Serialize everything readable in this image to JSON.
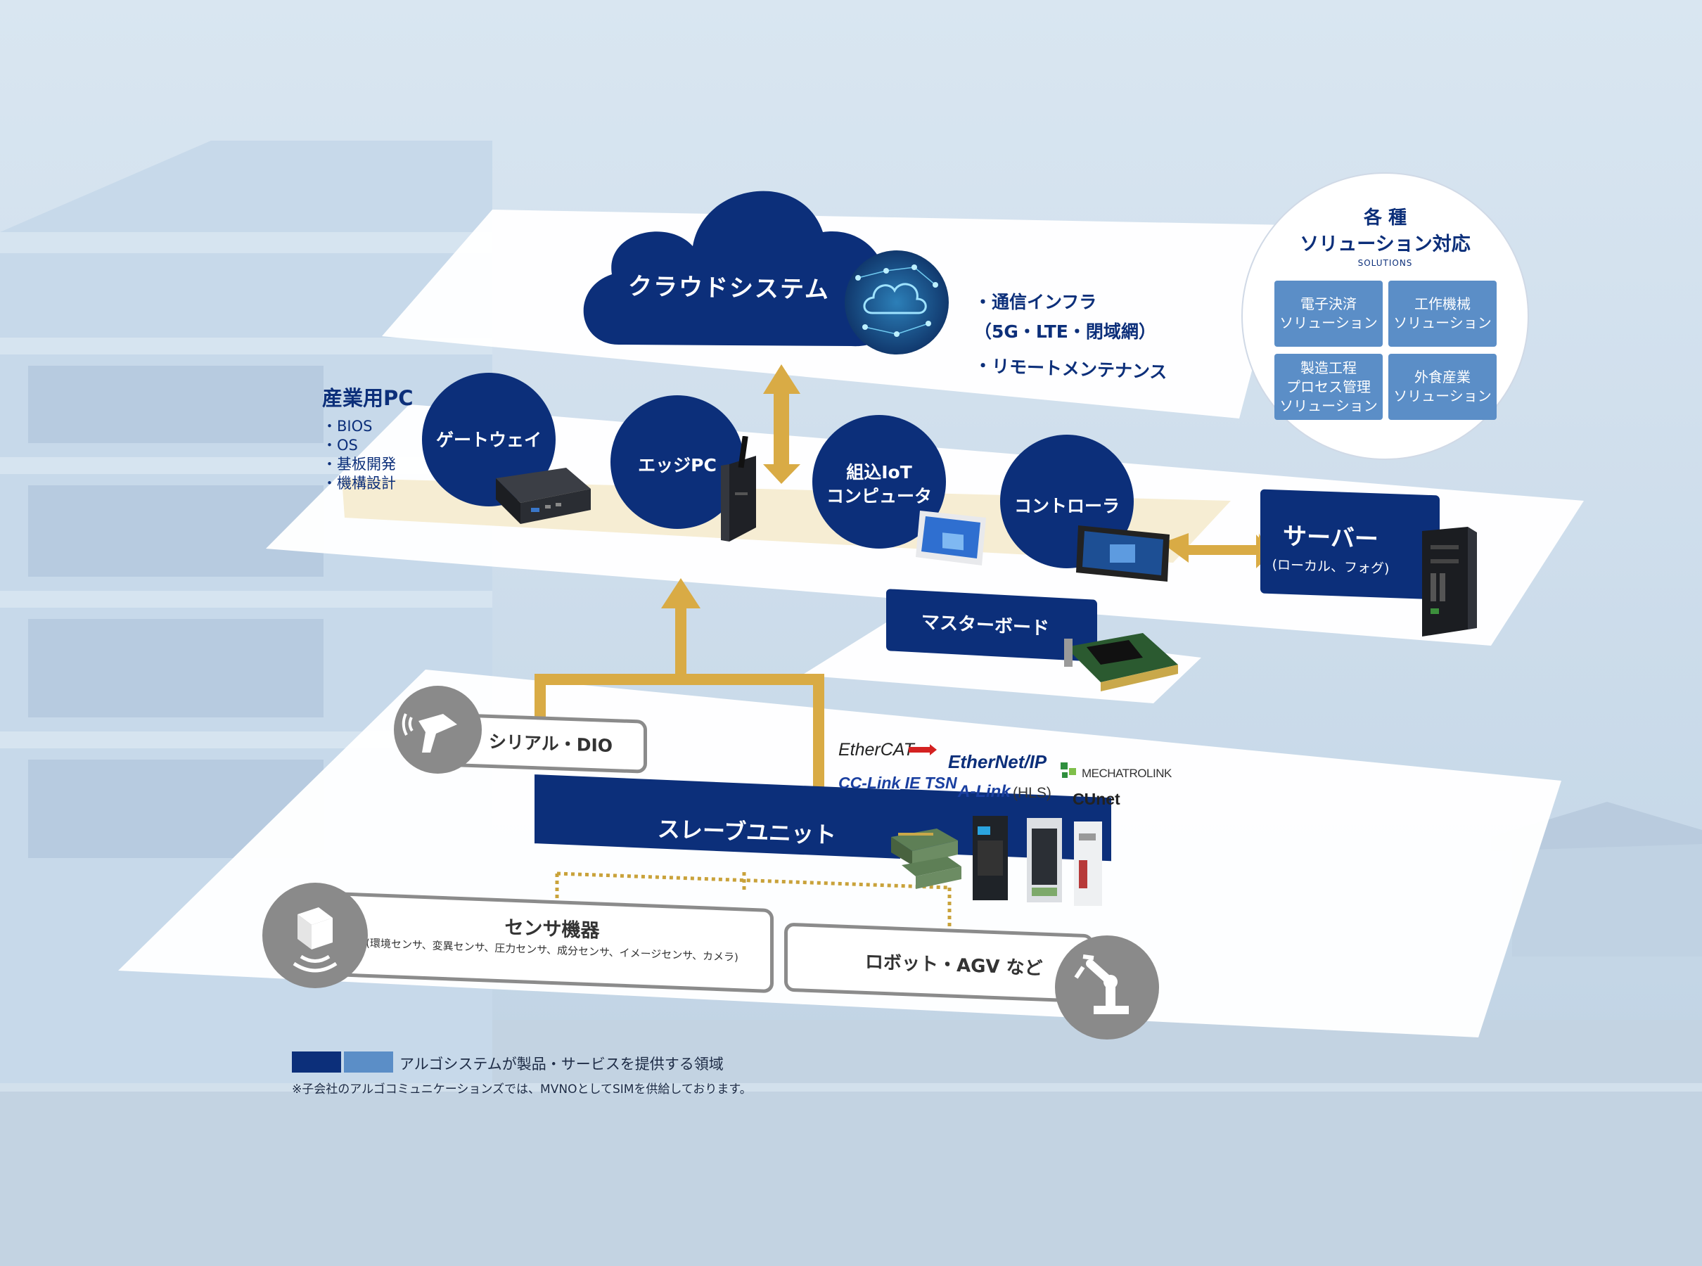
{
  "cloud": {
    "title": "クラウドシステム",
    "notes": [
      "・通信インフラ",
      "（5G・LTE・閉域網）",
      "・リモートメンテナンス"
    ]
  },
  "solutions": {
    "title_line1": "各 種",
    "title_line2": "ソリューション対応",
    "subtitle": "SOLUTIONS",
    "items": [
      [
        "電子決済",
        "ソリューション"
      ],
      [
        "工作機械",
        "ソリューション"
      ],
      [
        "製造工程",
        "プロセス管理",
        "ソリューション"
      ],
      [
        "外食産業",
        "ソリューション"
      ]
    ]
  },
  "industrial_pc": {
    "title": "産業用PC",
    "items": [
      "・BIOS",
      "・OS",
      "・基板開発",
      "・機構設計"
    ]
  },
  "devices": {
    "gateway": "ゲートウェイ",
    "edge_pc": "エッジPC",
    "iot_line1": "組込IoT",
    "iot_line2": "コンピュータ",
    "controller": "コントローラ"
  },
  "server": {
    "title": "サーバー",
    "subtitle": "(ローカル、フォグ)"
  },
  "masterboard": {
    "title": "マスターボード"
  },
  "serial": {
    "title": "シリアル・DIO"
  },
  "slave": {
    "title": "スレーブユニット"
  },
  "protocols": {
    "ethercat": "EtherCAT",
    "ethernetip": "EtherNet/IP",
    "mechatrolink": "MECHATROLINK",
    "cclink": "CC-Link IE TSN",
    "alink": "A-Link",
    "alink_hls": "(HLS)",
    "cunet": "CUnet"
  },
  "sensor": {
    "title": "センサ機器",
    "subtitle": "(環境センサ、変異センサ、圧力センサ、成分センサ、イメージセンサ、カメラ)"
  },
  "robot": {
    "title": "ロボット・AGV など"
  },
  "legend": {
    "text": "アルゴシステムが製品・サービスを提供する領域",
    "note": "※子会社のアルゴコミュニケーションズでは、MVNOとしてSIMを供給しております。",
    "colors": [
      "#0c2f7a",
      "#5b8ec7"
    ]
  },
  "colors": {
    "navy": "#0c2f7a",
    "light_blue": "#5b8ec7",
    "gold": "#d9ab45",
    "gray": "#8a8a8a",
    "beige": "#f6edd3"
  }
}
